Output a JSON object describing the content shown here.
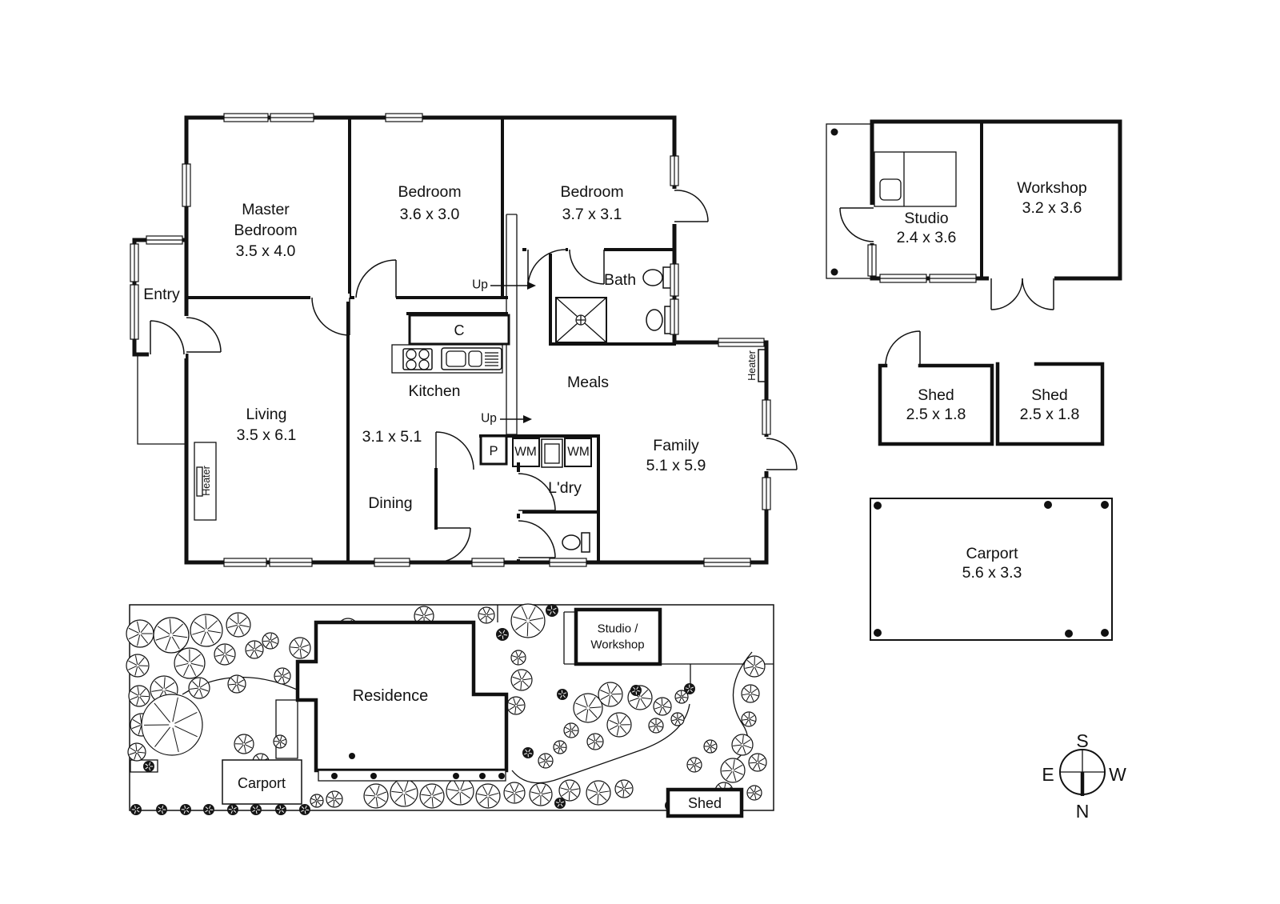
{
  "main_plan": {
    "rooms": {
      "master_bedroom": {
        "line1": "Master",
        "line2": "Bedroom",
        "dims": "3.5 x 4.0"
      },
      "bedroom2": {
        "name": "Bedroom",
        "dims": "3.6 x 3.0"
      },
      "bedroom3": {
        "name": "Bedroom",
        "dims": "3.7 x 3.1"
      },
      "entry": {
        "name": "Entry"
      },
      "living": {
        "name": "Living",
        "dims": "3.5 x 6.1"
      },
      "kitchen": {
        "name": "Kitchen"
      },
      "dining": {
        "name": "Dining",
        "dims": "3.1 x 5.1"
      },
      "meals": {
        "name": "Meals"
      },
      "family": {
        "name": "Family",
        "dims": "5.1 x 5.9"
      },
      "bath": {
        "name": "Bath"
      },
      "laundry": {
        "name": "L'dry"
      }
    },
    "labels": {
      "up": "Up",
      "cupboard": "C",
      "pantry": "P",
      "washing_machine": "WM",
      "heater": "Heater"
    }
  },
  "outbuildings": {
    "studio": {
      "name": "Studio",
      "dims": "2.4 x 3.6"
    },
    "workshop": {
      "name": "Workshop",
      "dims": "3.2 x 3.6"
    },
    "shed_left": {
      "name": "Shed",
      "dims": "2.5 x 1.8"
    },
    "shed_right": {
      "name": "Shed",
      "dims": "2.5 x 1.8"
    },
    "carport": {
      "name": "Carport",
      "dims": "5.6 x 3.3"
    }
  },
  "site_plan": {
    "residence_label": "Residence",
    "carport_label": "Carport",
    "studio_workshop_label_line1": "Studio /",
    "studio_workshop_label_line2": "Workshop",
    "shed_label": "Shed",
    "trees": [
      [
        175,
        792,
        17
      ],
      [
        172,
        832,
        14
      ],
      [
        174,
        870,
        13
      ],
      [
        177,
        906,
        14
      ],
      [
        171,
        940,
        11
      ],
      [
        214,
        794,
        22
      ],
      [
        258,
        788,
        20
      ],
      [
        298,
        781,
        15
      ],
      [
        237,
        829,
        19
      ],
      [
        281,
        818,
        13
      ],
      [
        318,
        812,
        11
      ],
      [
        205,
        862,
        17
      ],
      [
        249,
        860,
        13
      ],
      [
        296,
        855,
        11
      ],
      [
        338,
        801,
        10
      ],
      [
        353,
        845,
        10
      ],
      [
        215,
        906,
        38
      ],
      [
        305,
        930,
        12
      ],
      [
        326,
        952,
        10
      ],
      [
        350,
        927,
        8
      ],
      [
        375,
        810,
        13
      ],
      [
        386,
        858,
        10
      ],
      [
        435,
        786,
        13
      ],
      [
        432,
        822,
        10
      ],
      [
        530,
        770,
        12
      ],
      [
        608,
        769,
        10
      ],
      [
        660,
        776,
        21
      ],
      [
        648,
        822,
        9
      ],
      [
        652,
        850,
        13
      ],
      [
        645,
        882,
        11
      ],
      [
        735,
        885,
        18
      ],
      [
        763,
        868,
        15
      ],
      [
        774,
        906,
        15
      ],
      [
        744,
        927,
        10
      ],
      [
        714,
        913,
        9
      ],
      [
        700,
        934,
        8
      ],
      [
        682,
        951,
        9
      ],
      [
        800,
        872,
        15
      ],
      [
        828,
        883,
        11
      ],
      [
        852,
        871,
        8
      ],
      [
        847,
        899,
        8
      ],
      [
        820,
        907,
        9
      ],
      [
        943,
        833,
        13
      ],
      [
        938,
        867,
        11
      ],
      [
        936,
        899,
        9
      ],
      [
        928,
        931,
        13
      ],
      [
        947,
        953,
        11
      ],
      [
        916,
        963,
        15
      ],
      [
        905,
        989,
        11
      ],
      [
        943,
        991,
        9
      ],
      [
        888,
        933,
        8
      ],
      [
        868,
        956,
        9
      ],
      [
        470,
        995,
        15
      ],
      [
        505,
        991,
        17
      ],
      [
        540,
        995,
        15
      ],
      [
        575,
        989,
        17
      ],
      [
        610,
        995,
        15
      ],
      [
        643,
        991,
        13
      ],
      [
        676,
        993,
        14
      ],
      [
        712,
        988,
        13
      ],
      [
        748,
        991,
        15
      ],
      [
        780,
        986,
        11
      ],
      [
        418,
        999,
        10
      ],
      [
        396,
        1001,
        8
      ],
      [
        433,
        936,
        8
      ],
      [
        440,
        962,
        9
      ]
    ],
    "bushes": [
      [
        186,
        958,
        7
      ],
      [
        170,
        1012,
        7
      ],
      [
        202,
        1012,
        7
      ],
      [
        232,
        1012,
        7
      ],
      [
        261,
        1012,
        7
      ],
      [
        291,
        1012,
        7
      ],
      [
        320,
        1012,
        7
      ],
      [
        351,
        1012,
        7
      ],
      [
        381,
        1012,
        7
      ],
      [
        690,
        763,
        8
      ],
      [
        628,
        793,
        8
      ],
      [
        703,
        868,
        7
      ],
      [
        795,
        863,
        7
      ],
      [
        862,
        861,
        7
      ],
      [
        660,
        941,
        7
      ],
      [
        700,
        1004,
        7
      ],
      [
        838,
        1007,
        7
      ]
    ]
  },
  "compass": {
    "south": "S",
    "east": "E",
    "west": "W",
    "north": "N"
  },
  "colors": {
    "ink": "#111111",
    "paper": "#ffffff"
  }
}
